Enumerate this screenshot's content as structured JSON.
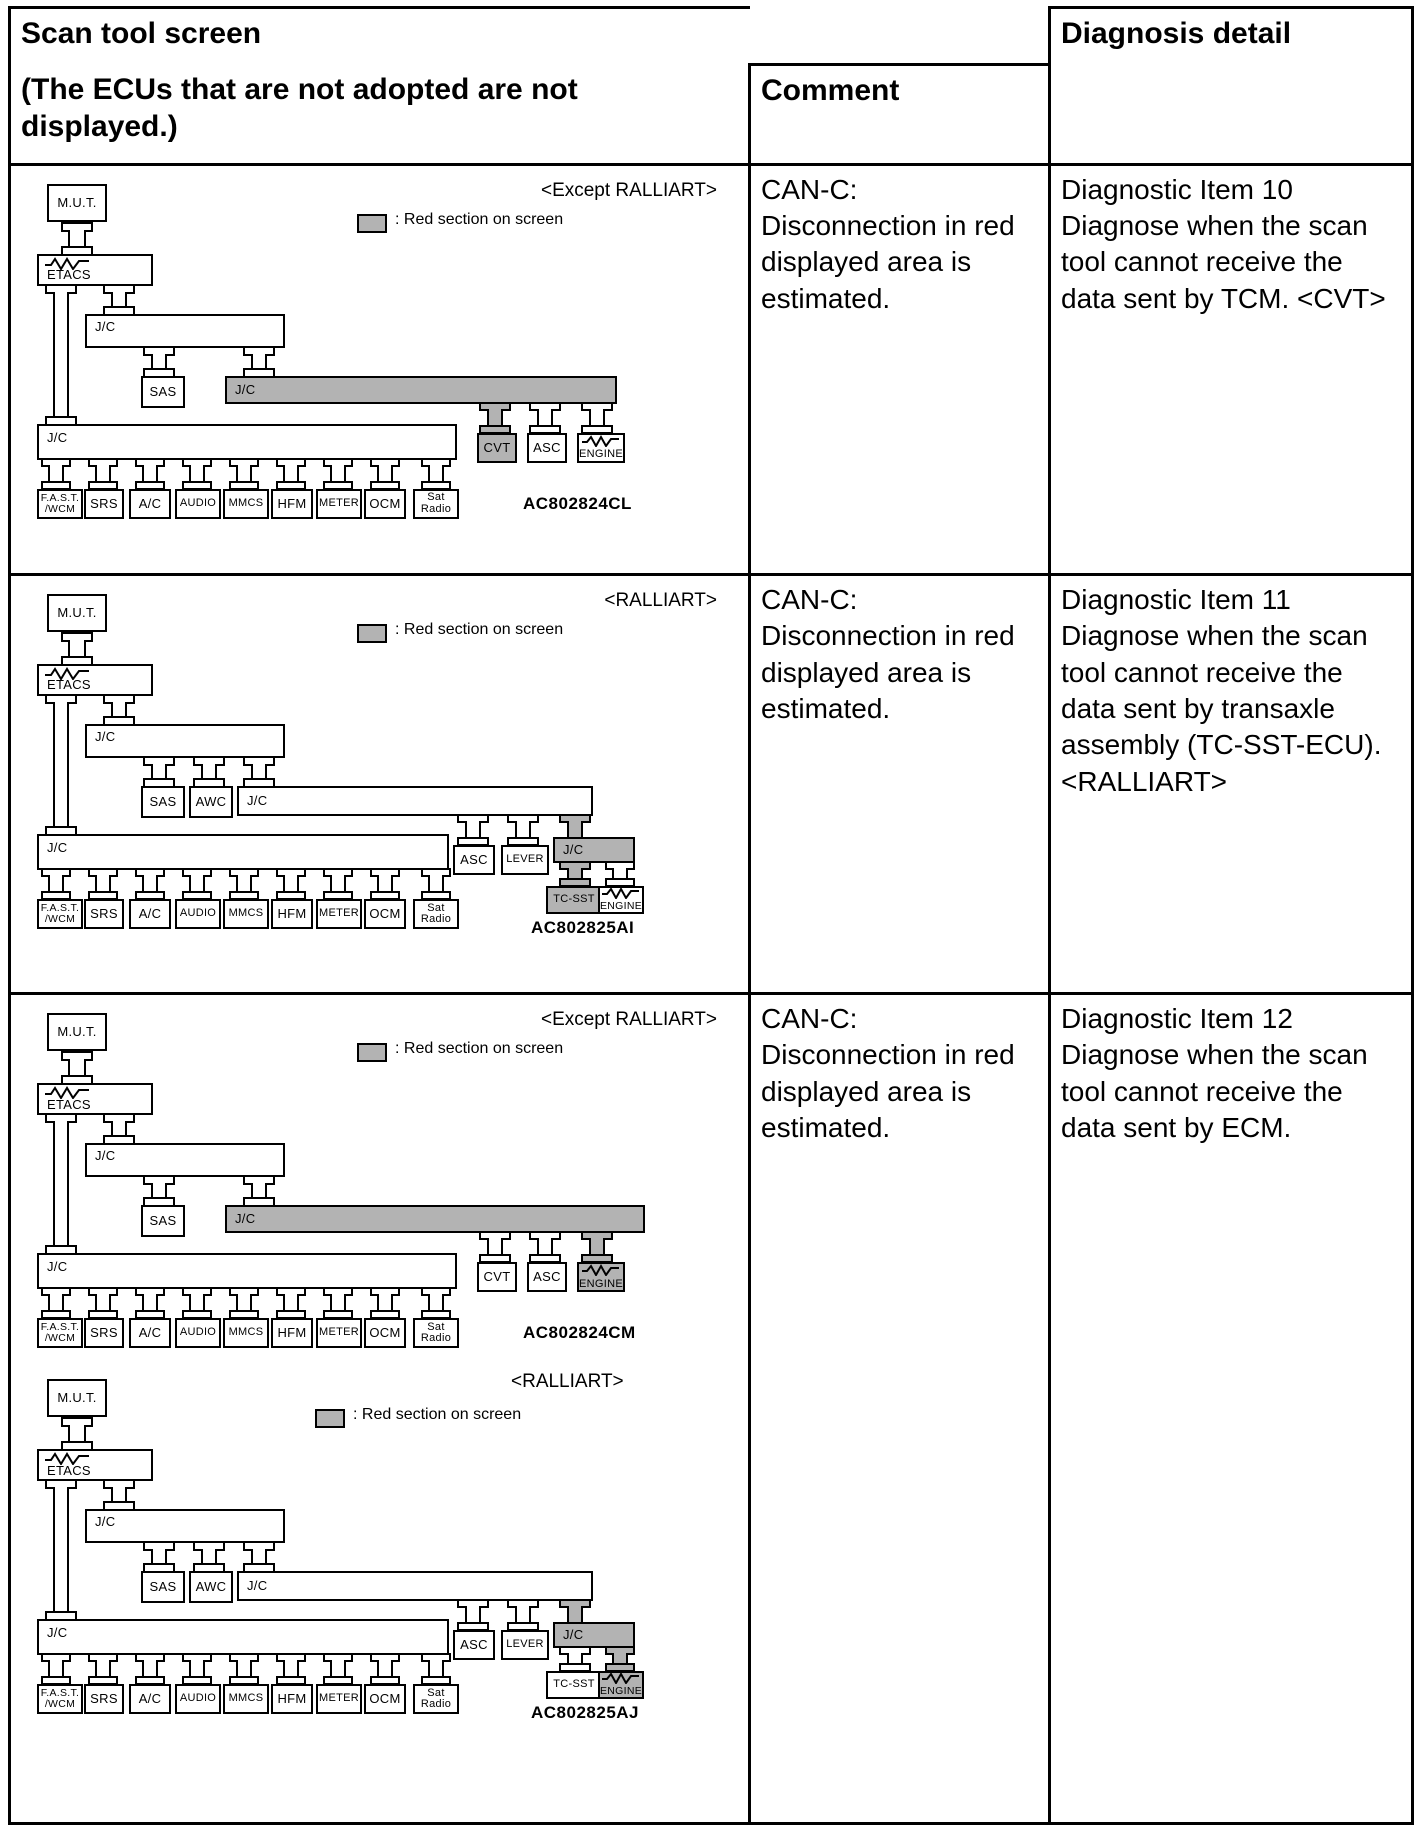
{
  "header": {
    "col_scan_title": "Scan tool screen",
    "col_scan_note": "(The ECUs that are not adopted are not displayed.)",
    "col_comment": "Comment",
    "col_detail": "Diagnosis detail"
  },
  "legend": {
    "text": ": Red section on screen",
    "swatch_color": "#b3b3b3"
  },
  "labels": {
    "mut": "M.U.T.",
    "etacs": "ETACS",
    "jc": "J/C",
    "sas": "SAS",
    "awc": "AWC",
    "cvt": "CVT",
    "asc": "ASC",
    "lever": "LEVER",
    "engine": "ENGINE",
    "tcsst": "TC-SST",
    "fast_wcm": "F.A.S.T./WCM",
    "srs": "SRS",
    "ac": "A/C",
    "audio": "AUDIO",
    "mmcs": "MMCS",
    "hfm": "HFM",
    "meter": "METER",
    "ocm": "OCM",
    "sat_radio": "Sat Radio"
  },
  "bottom_ecus_cvt": [
    "F.A.S.T./WCM",
    "SRS",
    "A/C",
    "AUDIO",
    "MMCS",
    "HFM",
    "METER",
    "OCM",
    "Sat Radio"
  ],
  "bottom_ecus_ralliart": [
    "F.A.S.T./WCM",
    "SRS",
    "A/C",
    "AUDIO",
    "MMCS",
    "HFM",
    "METER",
    "OCM",
    "Sat Radio"
  ],
  "rows": [
    {
      "id": "row-10",
      "diagrams": [
        {
          "variant": "<Except RALLIART>",
          "code": "AC802824CL",
          "type": "cvt",
          "highlight": "cvt"
        }
      ],
      "comment": "CAN-C: Disconnection in red displayed area is estimated.",
      "detail": "Diagnostic Item 10 Diagnose when the scan tool cannot receive the data sent by TCM. <CVT>"
    },
    {
      "id": "row-11",
      "diagrams": [
        {
          "variant": "<RALLIART>",
          "code": "AC802825AI",
          "type": "ralliart",
          "highlight": "tcsst"
        }
      ],
      "comment": "CAN-C: Disconnection in red displayed area is estimated.",
      "detail": "Diagnostic Item 11 Diagnose when the scan tool cannot receive the data sent by transaxle assembly (TC-SST-ECU). <RALLIART>"
    },
    {
      "id": "row-12",
      "diagrams": [
        {
          "variant": "<Except RALLIART>",
          "code": "AC802824CM",
          "type": "cvt",
          "highlight": "engine"
        },
        {
          "variant": "<RALLIART>",
          "code": "AC802825AJ",
          "type": "ralliart",
          "highlight": "engine"
        }
      ],
      "comment": "CAN-C: Disconnection in red displayed area is estimated.",
      "detail": "Diagnostic Item 12 Diagnose when the scan tool cannot receive the data sent by ECM."
    }
  ]
}
